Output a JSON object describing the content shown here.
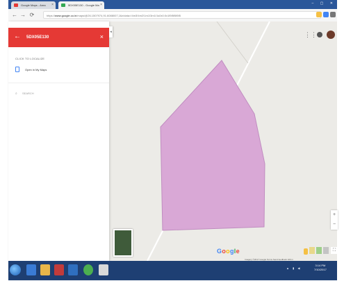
{
  "browser": {
    "tabs": [
      {
        "label": "Google Maps - Area"
      },
      {
        "label": "5DX05E130 - Google Ma"
      }
    ],
    "url_prefix": "https://",
    "url_domain": "www.google.co.in",
    "url_rest": "/maps/@26.1507974,91.6088007,16z/data=!4m3!4m2!1m1!3m1!1s0x0:0x1f5f5f5f5f5",
    "window_controls": "– ▢ ✕"
  },
  "panel": {
    "title": "5DX05E130",
    "subtitle": "CLICK TO LOCALIZE",
    "doc_label": "Open in My Maps",
    "search_label": "SEARCH"
  },
  "map": {
    "polygon_fill": "#d9a8d6",
    "polygon_stroke": "#c08cc0",
    "google_logo": [
      {
        "ch": "G",
        "color": "#4285f4"
      },
      {
        "ch": "o",
        "color": "#ea4335"
      },
      {
        "ch": "o",
        "color": "#fbbc05"
      },
      {
        "ch": "g",
        "color": "#4285f4"
      },
      {
        "ch": "l",
        "color": "#34a853"
      },
      {
        "ch": "e",
        "color": "#ea4335"
      }
    ],
    "attribution": "Imagery ©2017 Google   Terms   Send feedback   100 m"
  },
  "taskbar": {
    "clock_time": "3:14 PM",
    "clock_date": "7/10/2017",
    "tray": "▲ ▮ ◀"
  },
  "colors": {
    "accent": "#e53935",
    "taskbar": "#1e3f73"
  }
}
